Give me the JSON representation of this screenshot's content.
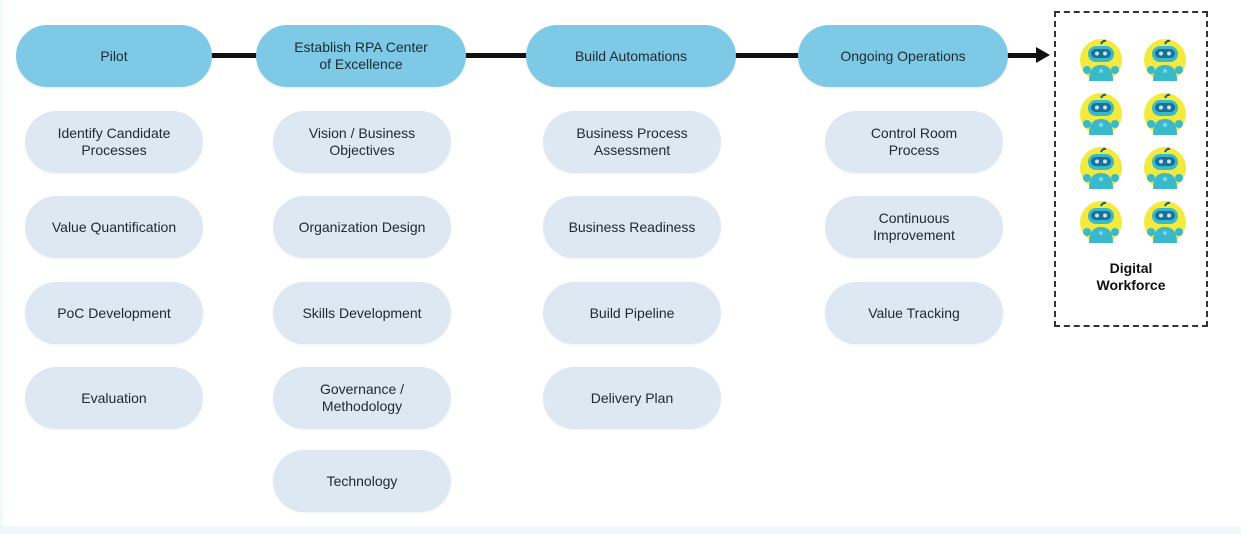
{
  "diagram": {
    "phases": [
      {
        "label": "Pilot",
        "tasks": [
          "Identify Candidate\nProcesses",
          "Value Quantification",
          "PoC Development",
          "Evaluation"
        ]
      },
      {
        "label": "Establish RPA Center\nof Excellence",
        "tasks": [
          "Vision / Business\nObjectives",
          "Organization Design",
          "Skills Development",
          "Governance /\nMethodology",
          "Technology"
        ]
      },
      {
        "label": "Build Automations",
        "tasks": [
          "Business Process\nAssessment",
          "Business Readiness",
          "Build Pipeline",
          "Delivery Plan"
        ]
      },
      {
        "label": "Ongoing Operations",
        "tasks": [
          "Control Room\nProcess",
          "Continuous\nImprovement",
          "Value Tracking"
        ]
      }
    ],
    "outcome": {
      "label": "Digital\nWorkforce",
      "robot_count": 8,
      "icon": "robot-icon"
    },
    "colors": {
      "phase_fill": "#7ecae6",
      "task_fill": "#dde8f3",
      "robot_bg": "#f2ea3c",
      "robot_body": "#3ab8cc",
      "robot_visor": "#1e6f94",
      "connector": "#111111"
    }
  }
}
